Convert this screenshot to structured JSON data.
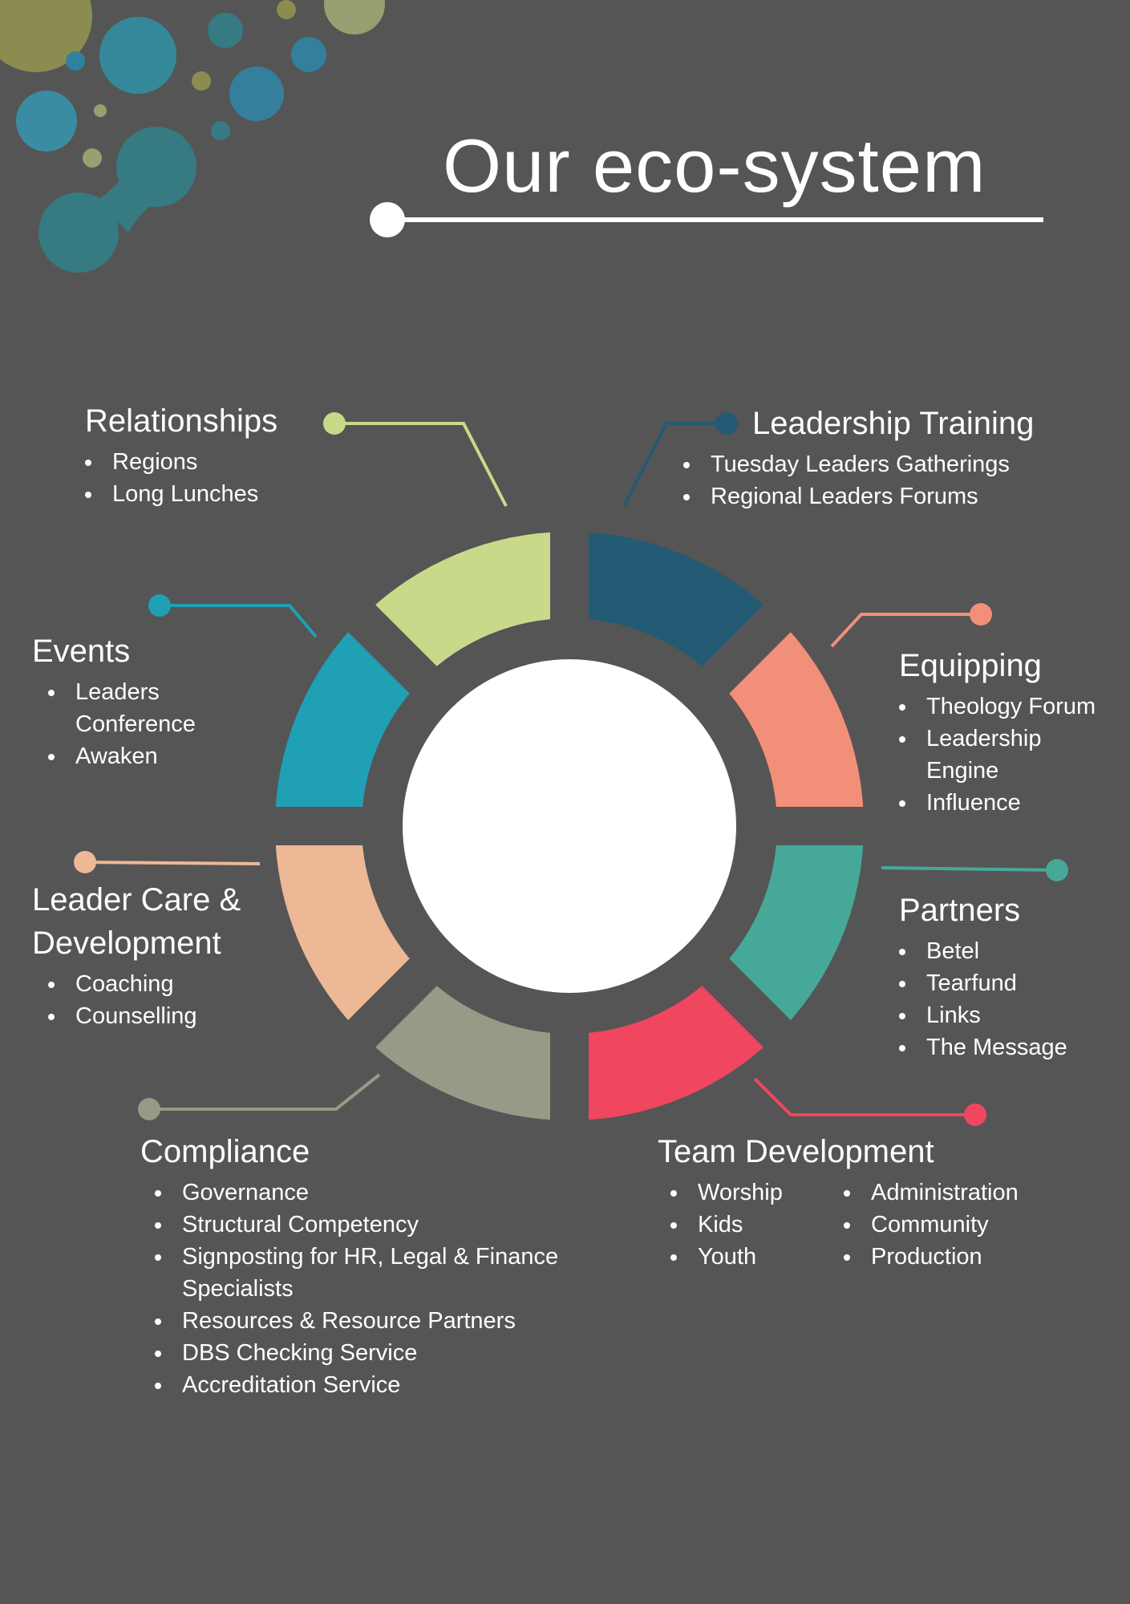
{
  "title": "Our eco-system",
  "colors": {
    "background": "#555555",
    "relationships": "#c8da89",
    "leadership_training": "#235a74",
    "equipping": "#f28f79",
    "partners": "#46a899",
    "team_development": "#f0465f",
    "compliance": "#969a86",
    "leader_care": "#edb896",
    "events": "#1fa0b5"
  },
  "sections": {
    "relationships": {
      "title": "Relationships",
      "items": [
        "Regions",
        "Long Lunches"
      ]
    },
    "leadership_training": {
      "title": "Leadership Training",
      "items": [
        "Tuesday Leaders Gatherings",
        "Regional Leaders Forums"
      ]
    },
    "equipping": {
      "title": "Equipping",
      "items": [
        "Theology Forum",
        "Leadership Engine",
        "Influence"
      ]
    },
    "partners": {
      "title": "Partners",
      "items": [
        "Betel",
        "Tearfund",
        "Links",
        "The Message"
      ]
    },
    "team_development": {
      "title": "Team Development",
      "items_col1": [
        "Worship",
        "Kids",
        "Youth"
      ],
      "items_col2": [
        "Administration",
        "Community",
        "Production"
      ]
    },
    "compliance": {
      "title": "Compliance",
      "items": [
        "Governance",
        "Structural Competency",
        "Signposting for HR, Legal & Finance Specialists",
        "Resources & Resource Partners",
        "DBS Checking Service",
        "Accreditation Service"
      ]
    },
    "leader_care": {
      "title": "Leader Care & Development",
      "items": [
        "Coaching",
        "Counselling"
      ]
    },
    "events": {
      "title": "Events",
      "items": [
        "Leaders Conference",
        "Awaken"
      ]
    }
  }
}
